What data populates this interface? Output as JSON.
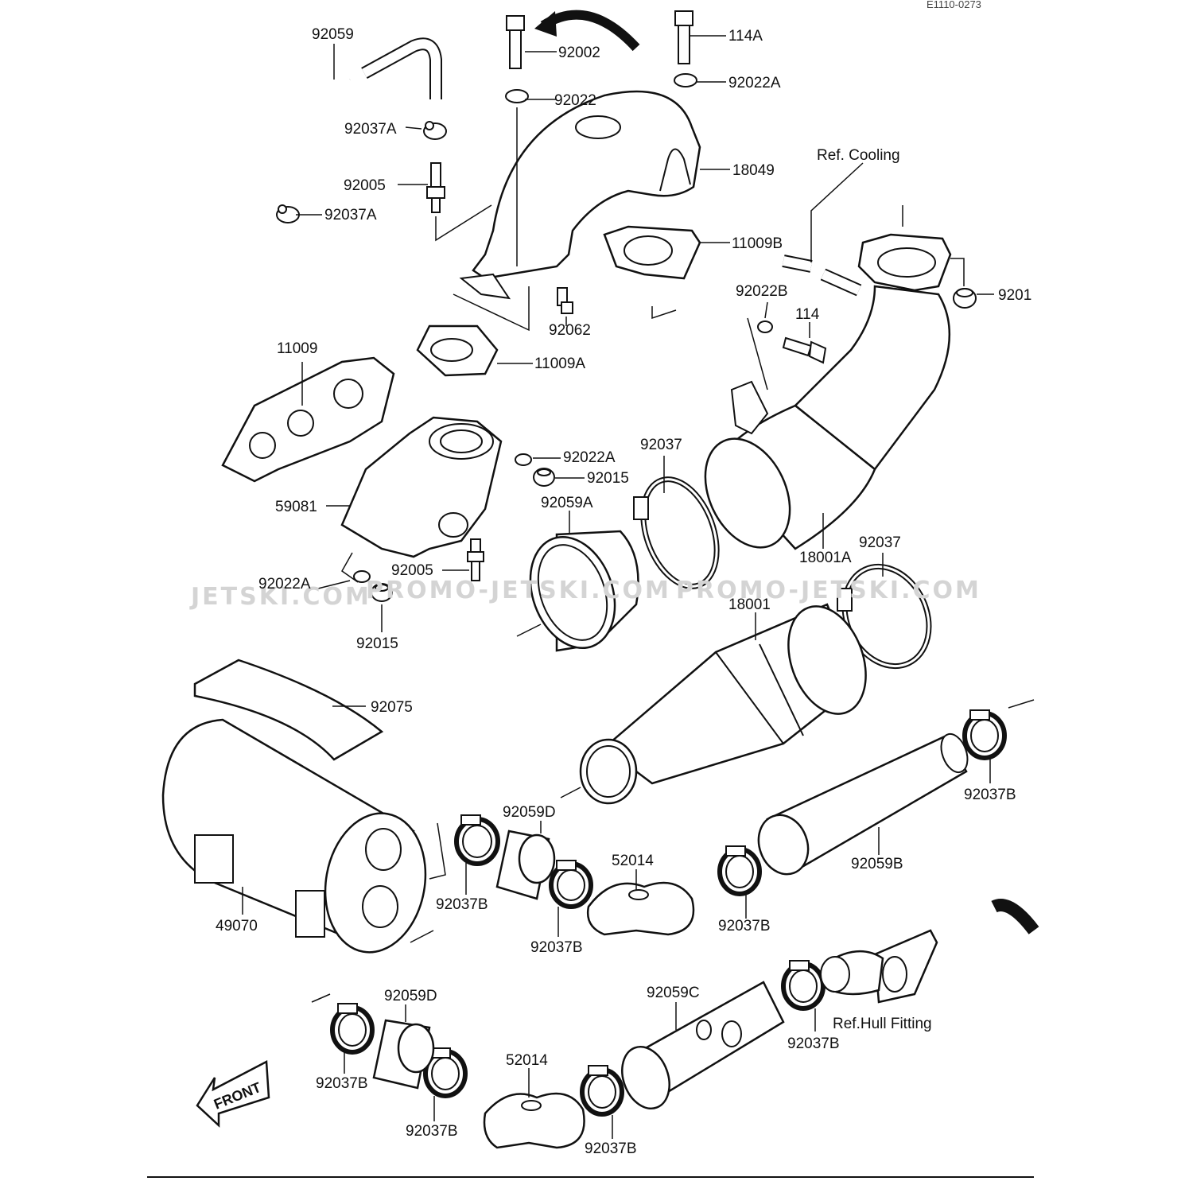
{
  "diagram": {
    "code": "E1110-0273",
    "front_arrow": "FRONT",
    "watermarks": [
      "JETSKI.COM",
      "PROMO-JETSKI.COM",
      "PROMO-JETSKI.COM"
    ],
    "labels": {
      "p92059": "92059",
      "p92002": "92002",
      "p114A": "114A",
      "p92022_top": "92022",
      "p92022A_top": "92022A",
      "p92037A_1": "92037A",
      "p18049": "18049",
      "p92005_1": "92005",
      "p92037A_2": "92037A",
      "refCooling": "Ref. Cooling",
      "p11009B": "11009B",
      "p92022B": "92022B",
      "p9201": "9201",
      "p114": "114",
      "p92062": "92062",
      "p11009A": "11009A",
      "p11009": "11009",
      "p92022A_mid": "92022A",
      "p92037_1": "92037",
      "p92015_1": "92015",
      "p92059A": "92059A",
      "p59081": "59081",
      "p18001A": "18001A",
      "p92037_2": "92037",
      "p92005_2": "92005",
      "p92022A_low": "92022A",
      "p18001": "18001",
      "p92015_2": "92015",
      "p92075": "92075",
      "p92037B_r": "92037B",
      "p92059D_1": "92059D",
      "p52014_1": "52014",
      "p92059B": "92059B",
      "p92037B_1": "92037B",
      "p49070": "49070",
      "p92037B_2": "92037B",
      "p92037B_3": "92037B",
      "p92059D_2": "92059D",
      "p92059C": "92059C",
      "p92037B_4": "92037B",
      "refHull": "Ref.Hull Fitting",
      "p52014_2": "52014",
      "p92037B_5": "92037B",
      "p92037B_6": "92037B",
      "p92037B_7": "92037B"
    }
  }
}
